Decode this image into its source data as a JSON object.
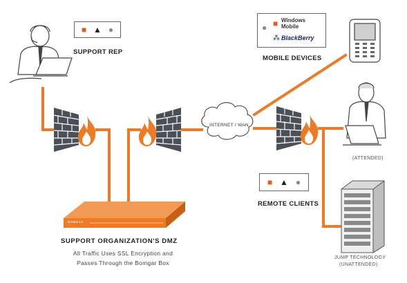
{
  "diagram": {
    "colors": {
      "line": "#f07a22",
      "firewall_brick": "#4b4f57",
      "flame_outer": "#f07a22",
      "flame_inner": "#ffffff",
      "appliance": "#f07a22",
      "person_ink": "#444444"
    },
    "nodes": {
      "support_rep": {
        "label": "SUPPORT REP",
        "os_icons": [
          "windows-icon",
          "linux-icon",
          "apple-icon"
        ]
      },
      "mobile_devices": {
        "label": "MOBILE DEVICES",
        "logos": [
          "Windows Mobile",
          "BlackBerry"
        ],
        "os_icons": [
          "apple-icon",
          "windows-icon",
          "blackberry-icon"
        ]
      },
      "internet": {
        "label": "INTERNET / WAN"
      },
      "attended": {
        "label": "(ATTENDED)"
      },
      "remote_clients": {
        "label": "REMOTE CLIENTS",
        "os_icons": [
          "windows-icon",
          "linux-icon",
          "apple-icon"
        ]
      },
      "jump": {
        "label_line1": "JUMP TECHNOLOGY",
        "label_line2": "(UNATTENDED)"
      },
      "dmz": {
        "title": "SUPPORT ORGANIZATION'S DMZ",
        "desc_line1": "All Traffic Uses SSL Encryption and",
        "desc_line2": "Passes Through the Bomgar Box",
        "appliance_label": "BOMGAR"
      }
    },
    "logo_text": {
      "windows": "Windows",
      "mobile": "Mobile",
      "blackberry": "BlackBerry"
    }
  }
}
